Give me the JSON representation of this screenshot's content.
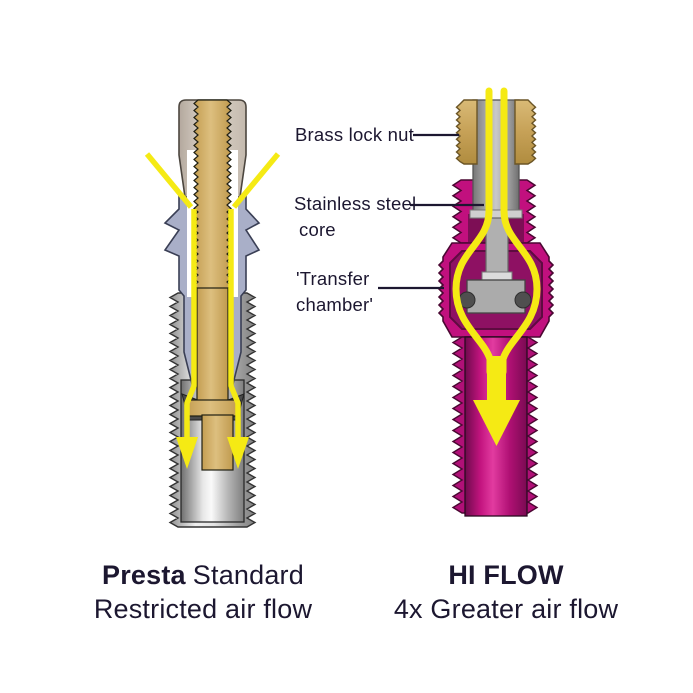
{
  "figure": {
    "background": "#ffffff",
    "labels": {
      "brass_lock_nut": "Brass lock nut",
      "stainless_steel": {
        "line1": "Stainless steel",
        "line2": "core"
      },
      "transfer_chamber": {
        "line1": "'Transfer",
        "line2": "chamber'"
      }
    },
    "captions": {
      "left": {
        "title_bold": "Presta",
        "title_regular": "Standard",
        "subtitle": "Restricted air flow"
      },
      "right": {
        "title_bold": "HI FLOW",
        "subtitle": "4x Greater air flow"
      }
    },
    "colors": {
      "magenta": "#C1107E",
      "magenta_dark": "#8E1163",
      "magenta_deep": "#7D0E55",
      "magenta_stroke": "#4A0832",
      "yellow": "#F5EA14",
      "brass": "#C9A45D",
      "gold": "#D3B169",
      "steel_gray": "#ABABAB",
      "blue_gray": "#A9AFC8",
      "beige": "#D8CEC4",
      "text": "#1C1730"
    }
  }
}
